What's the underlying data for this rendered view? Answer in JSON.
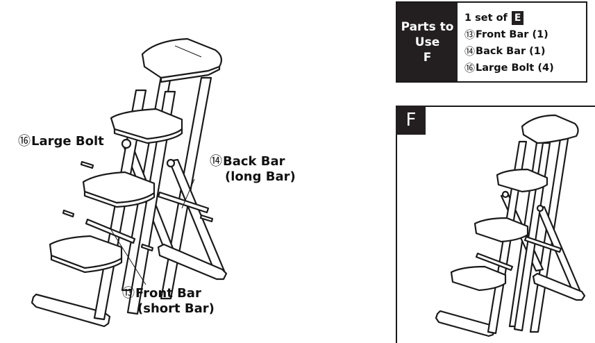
{
  "parts": {
    "heading_line1": "Parts to",
    "heading_line2": "Use",
    "heading_line3": "F",
    "set_text": "1 set of",
    "set_badge": "E",
    "items": [
      {
        "num": "⑬",
        "text": "Front Bar (1)"
      },
      {
        "num": "⑭",
        "text": "Back Bar (1)"
      },
      {
        "num": "⑯",
        "text": "Large Bolt (4)"
      }
    ]
  },
  "step": {
    "label": "F"
  },
  "callouts": {
    "large_bolt": {
      "num": "⑯",
      "text": "Large Bolt"
    },
    "back_bar": {
      "num": "⑭",
      "line1": "Back Bar",
      "line2": "(long Bar)"
    },
    "front_bar": {
      "num": "⑬",
      "line1": "Front Bar",
      "line2": "(short Bar)"
    }
  }
}
